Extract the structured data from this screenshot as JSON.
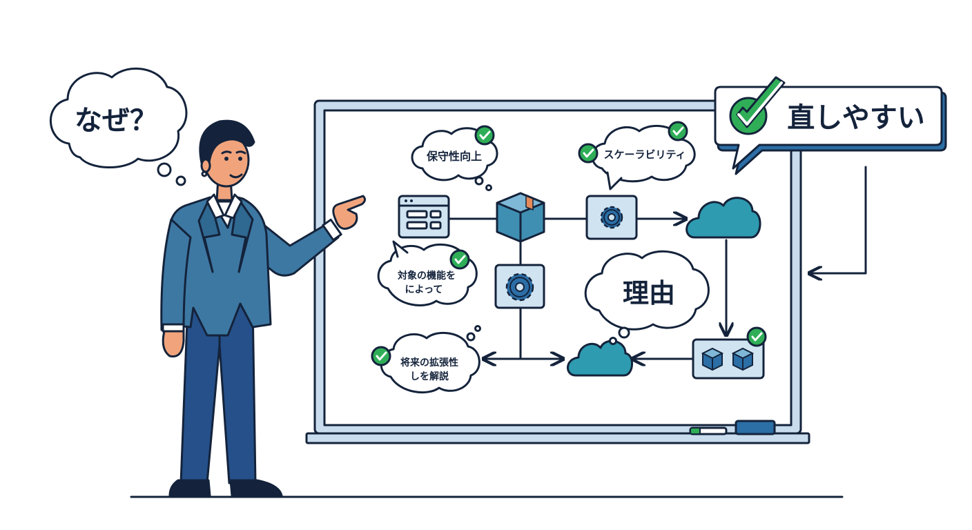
{
  "thought_bubble": {
    "text": "なぜ？"
  },
  "callout": {
    "text": "直しやすい"
  },
  "board": {
    "bubbles": [
      {
        "id": "maintainability",
        "text": "保守性向上"
      },
      {
        "id": "scalability",
        "text": "スケーラビリティ"
      },
      {
        "id": "target_line1",
        "text": "対象の機能を"
      },
      {
        "id": "target_line2",
        "text": "によって"
      },
      {
        "id": "future_line1",
        "text": "将来の拡張性"
      },
      {
        "id": "future_line2",
        "text": "しを解説"
      },
      {
        "id": "reason",
        "text": "理由"
      }
    ]
  },
  "colors": {
    "outline": "#14233b",
    "check_green": "#2fae57",
    "icon_fill": "#cfe3f1",
    "cloud_teal": "#2e9bb0",
    "jacket": "#3d78a3",
    "trousers": "#25508a",
    "skin": "#f1a47c",
    "hair": "#14233b",
    "board_frame": "#c9dced",
    "callout_shadow": "#2c6ea6"
  },
  "icons": [
    "check-icon",
    "window-icon",
    "package-icon",
    "gear-icon",
    "cloud-icon",
    "cubes-icon",
    "arrow-icon",
    "marker-icon",
    "eraser-icon"
  ]
}
